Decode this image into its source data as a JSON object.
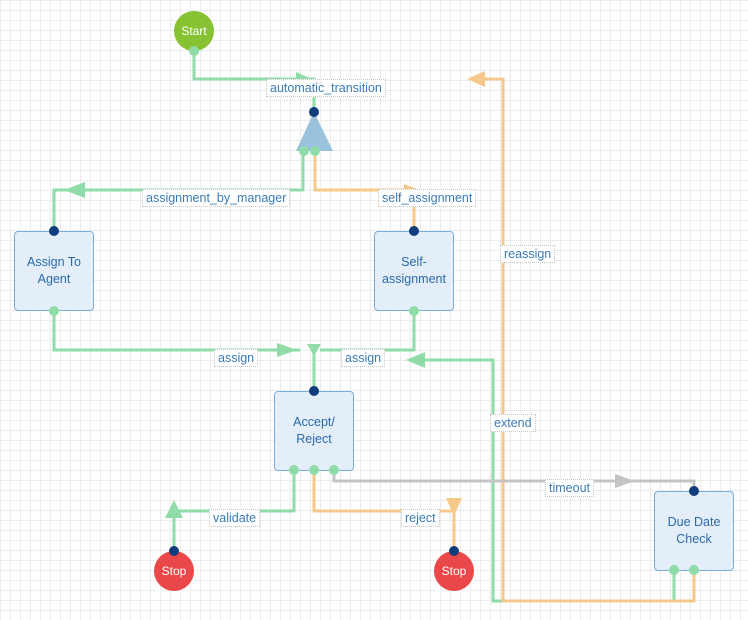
{
  "nodes": {
    "start": "Start",
    "assign_to_agent": "Assign To Agent",
    "self_assignment": "Self-assignment",
    "accept_reject": "Accept/ Reject",
    "due_date_check": "Due Date Check",
    "stop_left": "Stop",
    "stop_right": "Stop"
  },
  "transitions": {
    "automatic_transition": "automatic_transition",
    "assignment_by_manager": "assignment_by_manager",
    "self_assignment": "self_assignment",
    "reassign": "reassign",
    "assign_left": "assign",
    "assign_right": "assign",
    "extend": "extend",
    "timeout": "timeout",
    "validate": "validate",
    "reject": "reject"
  },
  "colors": {
    "green_edge": "#8fdca8",
    "orange_edge": "#f5c98a",
    "gray_edge": "#c4c4c4",
    "gateway": "#9bc2dc",
    "start": "#86c232",
    "stop": "#e9474a"
  }
}
